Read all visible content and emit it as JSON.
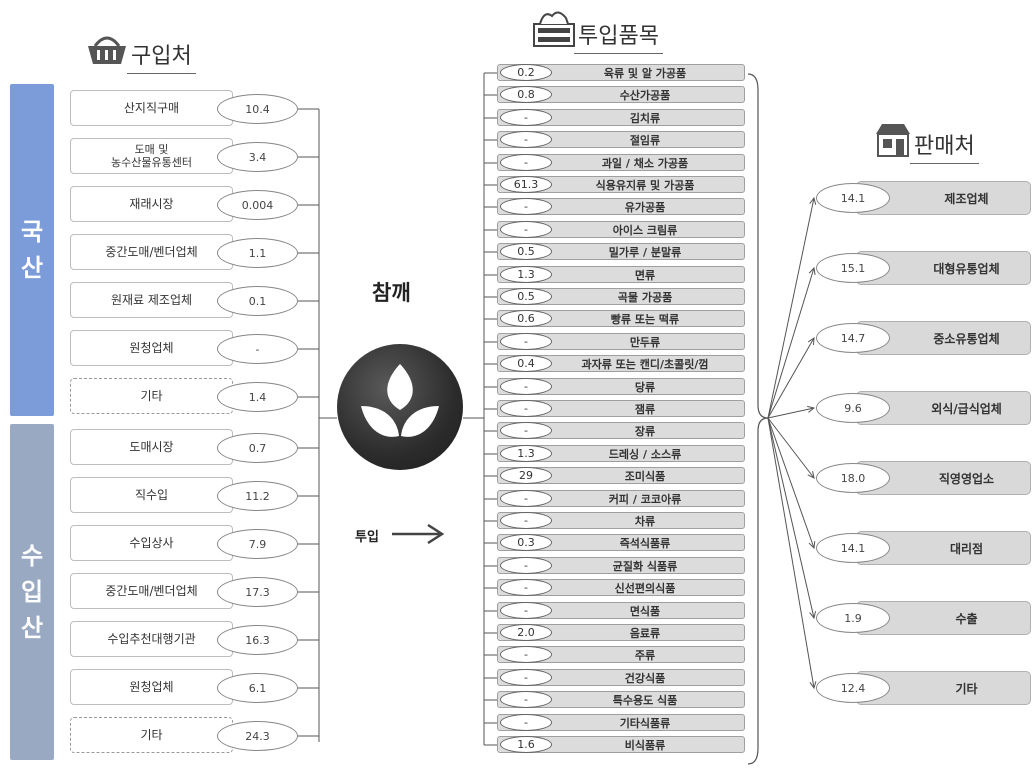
{
  "headings": {
    "purchase": "구입처",
    "items": "투입품목",
    "sellers": "판매처"
  },
  "bands": {
    "domestic": "국\n산",
    "imported": "수\n입\n산"
  },
  "colors": {
    "domestic_band": "#7b9bd9",
    "imported_band": "#9aa9c2",
    "item_fill": "#dcdcdc",
    "seller_fill": "#d9d9d9",
    "sesame_icon": "#2e2e2e"
  },
  "center": {
    "title": "참깨",
    "input_label": "투입",
    "icon": "sesame-leaf-icon"
  },
  "domestic_sources": [
    {
      "label": "산지직구매",
      "value": "10.4"
    },
    {
      "label": "도매 및\n농수산물유통센터",
      "value": "3.4"
    },
    {
      "label": "재래시장",
      "value": "0.004"
    },
    {
      "label": "중간도매/벤더업체",
      "value": "1.1"
    },
    {
      "label": "원재료 제조업체",
      "value": "0.1"
    },
    {
      "label": "원청업체",
      "value": "-"
    },
    {
      "label": "기타",
      "value": "1.4"
    }
  ],
  "imported_sources": [
    {
      "label": "도매시장",
      "value": "0.7"
    },
    {
      "label": "직수입",
      "value": "11.2"
    },
    {
      "label": "수입상사",
      "value": "7.9"
    },
    {
      "label": "중간도매/벤더업체",
      "value": "17.3"
    },
    {
      "label": "수입추천대행기관",
      "value": "16.3"
    },
    {
      "label": "원청업체",
      "value": "6.1"
    },
    {
      "label": "기타",
      "value": "24.3"
    }
  ],
  "items": [
    {
      "value": "0.2",
      "label": "육류 및 알 가공품"
    },
    {
      "value": "0.8",
      "label": "수산가공품"
    },
    {
      "value": "-",
      "label": "김치류"
    },
    {
      "value": "-",
      "label": "절임류"
    },
    {
      "value": "-",
      "label": "과일 / 채소 가공품"
    },
    {
      "value": "61.3",
      "label": "식용유지류 및 가공품"
    },
    {
      "value": "-",
      "label": "유가공품"
    },
    {
      "value": "-",
      "label": "아이스 크림류"
    },
    {
      "value": "0.5",
      "label": "밀가루 / 분말류"
    },
    {
      "value": "1.3",
      "label": "면류"
    },
    {
      "value": "0.5",
      "label": "곡물 가공품"
    },
    {
      "value": "0.6",
      "label": "빵류 또는 떡류"
    },
    {
      "value": "-",
      "label": "만두류"
    },
    {
      "value": "0.4",
      "label": "과자류 또는 캔디/초콜릿/껌"
    },
    {
      "value": "-",
      "label": "당류"
    },
    {
      "value": "-",
      "label": "잼류"
    },
    {
      "value": "-",
      "label": "장류"
    },
    {
      "value": "1.3",
      "label": "드레싱 / 소스류"
    },
    {
      "value": "29",
      "label": "조미식품"
    },
    {
      "value": "-",
      "label": "커피 / 코코아류"
    },
    {
      "value": "-",
      "label": "차류"
    },
    {
      "value": "0.3",
      "label": "즉석식품류"
    },
    {
      "value": "-",
      "label": "균질화 식품류"
    },
    {
      "value": "-",
      "label": "신선편의식품"
    },
    {
      "value": "-",
      "label": "면식품"
    },
    {
      "value": "2.0",
      "label": "음료류"
    },
    {
      "value": "-",
      "label": "주류"
    },
    {
      "value": "-",
      "label": "건강식품"
    },
    {
      "value": "-",
      "label": "특수용도 식품"
    },
    {
      "value": "-",
      "label": "기타식품류"
    },
    {
      "value": "1.6",
      "label": "비식품류"
    }
  ],
  "sellers": [
    {
      "value": "14.1",
      "label": "제조업체"
    },
    {
      "value": "15.1",
      "label": "대형유통업체"
    },
    {
      "value": "14.7",
      "label": "중소유통업체"
    },
    {
      "value": "9.6",
      "label": "외식/급식업체"
    },
    {
      "value": "18.0",
      "label": "직영영업소"
    },
    {
      "value": "14.1",
      "label": "대리점"
    },
    {
      "value": "1.9",
      "label": "수출"
    },
    {
      "value": "12.4",
      "label": "기타"
    }
  ]
}
